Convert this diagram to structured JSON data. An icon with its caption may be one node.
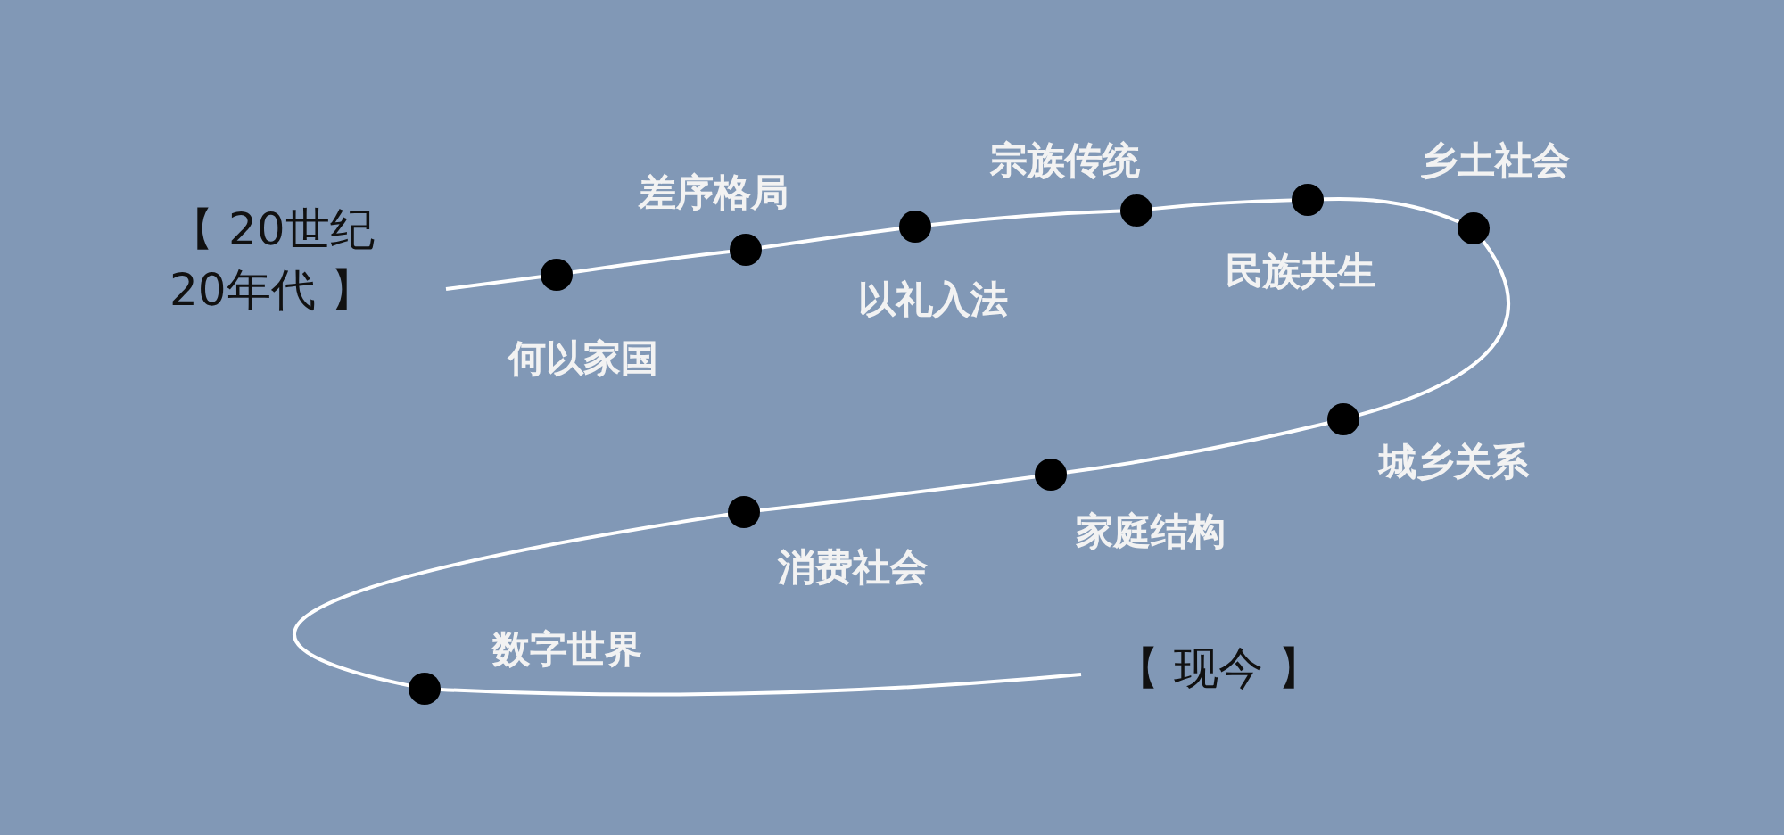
{
  "diagram": {
    "nodes": [
      {
        "text": [
          "【 20世纪20年代 】"
        ]
      },
      {
        "text": [],
        "shape": "circle",
        "beside": [
          "何以家国"
        ]
      },
      {
        "text": [],
        "shape": "circle",
        "beside": [
          "差序格局"
        ]
      },
      {
        "text": [],
        "shape": "circle",
        "beside": [
          "以礼入法"
        ]
      },
      {
        "text": [],
        "shape": "circle",
        "beside": [
          "宗族传统"
        ]
      },
      {
        "text": [],
        "shape": "circle",
        "beside": [
          "民族共生"
        ]
      },
      {
        "text": [],
        "shape": "circle",
        "beside": [
          "乡土社会"
        ]
      },
      {
        "text": [],
        "shape": "circle",
        "beside": [
          "城乡关系"
        ]
      },
      {
        "text": [],
        "shape": "circle",
        "beside": [
          "家庭结构"
        ]
      },
      {
        "text": [],
        "shape": "circle",
        "beside": [
          "消费社会"
        ]
      },
      {
        "text": [],
        "shape": "circle",
        "beside": [
          "数字世界"
        ]
      },
      {
        "text": [
          "【 现今 】"
        ]
      }
    ],
    "edges": [
      {
        "from": 0,
        "to": 1,
        "arrow": "none"
      },
      {
        "from": 1,
        "to": 2,
        "arrow": "none"
      },
      {
        "from": 2,
        "to": 3,
        "arrow": "none"
      },
      {
        "from": 3,
        "to": 4,
        "arrow": "none"
      },
      {
        "from": 4,
        "to": 5,
        "arrow": "none"
      },
      {
        "from": 5,
        "to": 6,
        "arrow": "none"
      },
      {
        "from": 6,
        "to": 7,
        "arrow": "none"
      },
      {
        "from": 7,
        "to": 8,
        "arrow": "none"
      },
      {
        "from": 8,
        "to": 9,
        "arrow": "none"
      },
      {
        "from": 9,
        "to": 10,
        "arrow": "none"
      },
      {
        "from": 10,
        "to": 11,
        "arrow": "none"
      }
    ]
  }
}
